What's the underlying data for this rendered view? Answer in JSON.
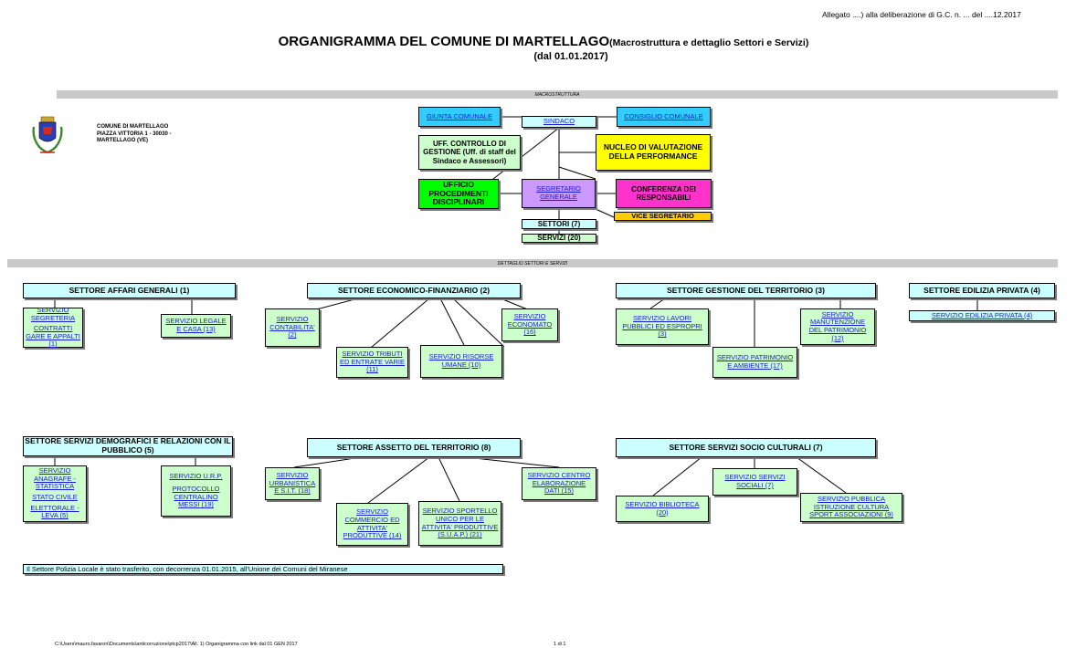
{
  "header": {
    "allegato": "Allegato ....) alla deliberazione di G.C. n. ... del ....12.2017",
    "title_main": "ORGANIGRAMMA DEL COMUNE DI MARTELLAGO",
    "title_sub": "(Macrostruttura e dettaglio Settori e Servizi)",
    "date_line": "(dal 01.01.2017)"
  },
  "bands": {
    "macro": "MACROSTRUTTURA",
    "detail": "DETTAGLIO SETTORI E SERVIZI"
  },
  "comune": {
    "line1": "COMUNE DI MARTELLAGO",
    "line2": "PIAZZA VITTORIA 1 - 30030 -",
    "line3": "MARTELLAGO (VE)"
  },
  "macro": {
    "giunta": "GIUNTA COMUNALE",
    "sindaco": "SINDACO",
    "consiglio": "CONSIGLIO COMUNALE",
    "controllo": "UFF. CONTROLLO DI GESTIONE (Uff. di staff del Sindaco e Assessori)",
    "nucleo": "NUCLEO DI VALUTAZIONE DELLA PERFORMANCE",
    "procedimenti": "UFFICIO PROCEDIMENTI DISCIPLINARI",
    "segretario": "SEGRETARIO GENERALE",
    "conferenza": "CONFERENZA DEI RESPONSABILI",
    "vice": "VICE SEGRETARIO",
    "settori": "SETTORI (7)",
    "servizi": "SERVIZI (20)"
  },
  "sectors": {
    "affari": {
      "title": "SETTORE AFFARI GENERALI (1)",
      "s1a": "SERVIZIO SEGRETERIA",
      "s1b": "CONTRATTI GARE E APPALTI (1)",
      "s2": "SERVIZIO LEGALE E CASA (13)"
    },
    "economico": {
      "title": "SETTORE ECONOMICO-FINANZIARIO (2)",
      "s1": "SERVIZIO CONTABILITA' (2)",
      "s2": "SERVIZIO ECONOMATO (16)",
      "s3": "SERVIZIO TRIBUTI ED ENTRATE VARIE (11)",
      "s4": "SERVIZIO RISORSE UMANE (10)"
    },
    "gestione": {
      "title": "SETTORE GESTIONE DEL TERRITORIO (3)",
      "s1": "SERVIZIO LAVORI PUBBLICI ED ESPROPRI (3)",
      "s2": "SERVIZIO MANUTENZIONE DEL PATRIMONIO (12)",
      "s3": "SERVIZIO PATRIMONIO E AMBIENTE (17)"
    },
    "edilizia": {
      "title": "SETTORE EDILIZIA PRIVATA (4)",
      "s1": "SERVIZIO EDILIZIA PRIVATA (4)"
    },
    "demografici": {
      "title": "SETTORE SERVIZI DEMOGRAFICI E RELAZIONI CON IL PUBBLICO (5)",
      "s1a": "SERVIZIO ANAGRAFE - STATISTICA",
      "s1b": "STATO CIVILE",
      "s1c": "ELETTORALE - LEVA (5)",
      "s2a": "SERVIZIO U.R.P.",
      "s2b": "PROTOCOLLO CENTRALINO MESSI (19)"
    },
    "assetto": {
      "title": "SETTORE ASSETTO DEL TERRITORIO (8)",
      "s1": "SERVIZIO URBANISTICA E S.I.T. (18)",
      "s2": "SERVIZIO CENTRO ELABORAZIONE DATI (15)",
      "s3": "SERVIZIO COMMERCIO ED ATTIVITA' PRODUTTIVE (14)",
      "s4": "SERVIZIO SPORTELLO UNICO PER LE ATTIVITA' PRODUTTIVE (S.U.A.P.) (21)"
    },
    "socio": {
      "title": "SETTORE SERVIZI SOCIO CULTURALI (7)",
      "s1": "SERVIZIO SERVIZI SOCIALI (7)",
      "s2": "SERVIZIO BIBLIOTECA (20)",
      "s3": "SERVIZIO PUBBLICA ISTRUZIONE CULTURA SPORT ASSOCIAZIONI (9)"
    }
  },
  "note": "Il Settore Polizia Locale è stato trasferito, con decorrenza 01.01.2015, all'Unione dei Comuni del Miranese",
  "footer": {
    "path": "C:\\Users\\mauro.favaron\\Documents\\anticorruzione\\ptcp2017\\All. 1) Organigramma con link dal 01 GEN 2017",
    "page": "1 di 1"
  }
}
